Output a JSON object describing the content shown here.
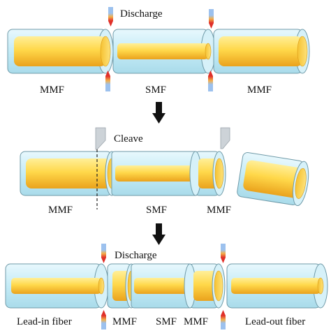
{
  "colors": {
    "cladding_fill": "#cfeef8",
    "cladding_stroke": "#6f9aa8",
    "core_light": "#ffe97a",
    "core_dark": "#f2b526",
    "electrode_top": "#8fb7e8",
    "electrode_mid": "#f0a94a",
    "electrode_tip": "#e2342a",
    "cleaver": "#cdd3d8",
    "arrow": "#111111"
  },
  "icons": {
    "electrode": "electrode-icon",
    "cleaver": "cleaver-blade-icon",
    "arrow": "down-arrow-icon"
  },
  "step1": {
    "discharge_label": "Discharge",
    "labels": [
      "MMF",
      "SMF",
      "MMF"
    ]
  },
  "step2": {
    "cleave_label": "Cleave",
    "labels": [
      "MMF",
      "SMF",
      "MMF"
    ]
  },
  "step3": {
    "discharge_label": "Discharge",
    "labels": [
      "Lead-in fiber",
      "MMF",
      "SMF",
      "MMF",
      "Lead-out fiber"
    ]
  }
}
